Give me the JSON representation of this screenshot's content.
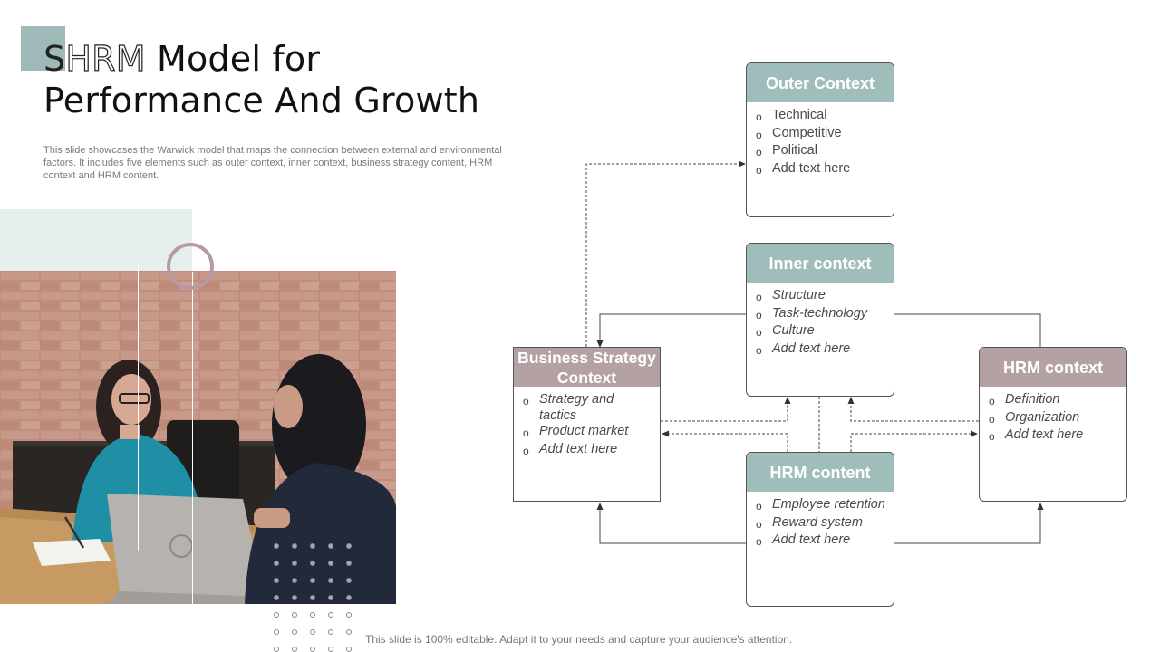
{
  "title": {
    "accent_letter": "S",
    "outlined_part": "HRM",
    "line1_rest": " Model for",
    "line2": "Performance And Growth"
  },
  "description": "This slide showcases the Warwick model  that maps the connection between external and environmental factors. It includes five elements such as outer context, inner context,  business strategy content, HRM context and HRM content.",
  "cards": {
    "outer": {
      "title": "Outer Context",
      "items": [
        "Technical",
        "Competitive",
        "Political",
        "Add text here"
      ]
    },
    "inner": {
      "title": "Inner context",
      "items": [
        "Structure",
        "Task-technology",
        "Culture",
        "Add text here"
      ]
    },
    "business": {
      "title": "Business Strategy Context",
      "items": [
        "Strategy and tactics",
        "Product market",
        "Add text here"
      ]
    },
    "hrm_context": {
      "title": "HRM context",
      "items": [
        "Definition",
        "Organization",
        "Add text here"
      ]
    },
    "hrm_content": {
      "title": "HRM content",
      "items": [
        "Employee retention",
        "Reward system",
        "Add text here"
      ]
    }
  },
  "bullet_glyph": "o",
  "footer": "This slide is 100% editable. Adapt it to your needs and capture your audience's attention.",
  "colors": {
    "teal": "#9fbdbb",
    "mauve": "#b4a1a4",
    "accent": "#9fb9b8"
  }
}
